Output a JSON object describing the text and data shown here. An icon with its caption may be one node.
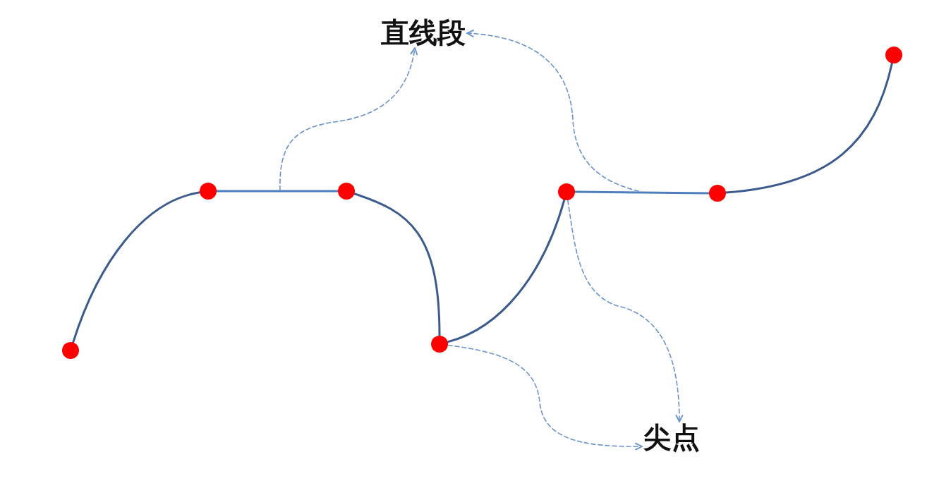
{
  "diagram": {
    "nodes": [
      {
        "text": [
          "直线段"
        ]
      },
      {
        "text": [],
        "shape": "circle"
      },
      {
        "text": [],
        "shape": "circle"
      },
      {
        "text": [],
        "shape": "circle"
      },
      {
        "text": [],
        "shape": "circle"
      },
      {
        "text": [],
        "shape": "circle"
      },
      {
        "text": [],
        "shape": "circle"
      },
      {
        "text": [],
        "shape": "circle"
      },
      {
        "text": [
          "尖点"
        ]
      }
    ],
    "edges": [
      {
        "from": 1,
        "to": 2,
        "arrow": "none"
      },
      {
        "from": 2,
        "to": 3,
        "arrow": "none",
        "color": "#4d7fc0"
      },
      {
        "from": 3,
        "to": 4,
        "arrow": "none"
      },
      {
        "from": 4,
        "to": 5,
        "arrow": "none"
      },
      {
        "from": 5,
        "to": 6,
        "arrow": "none",
        "color": "#4d7fc0"
      },
      {
        "from": 6,
        "to": 7,
        "arrow": "none"
      },
      {
        "from": null,
        "to": 0,
        "arrow": "to",
        "style": "dashed",
        "color": "#6b93cc"
      },
      {
        "from": null,
        "to": 0,
        "arrow": "to",
        "style": "dashed",
        "color": "#6b93cc"
      },
      {
        "from": 4,
        "to": 8,
        "arrow": "to",
        "style": "dashed",
        "color": "#6b93cc"
      },
      {
        "from": 5,
        "to": 8,
        "arrow": "to",
        "style": "dashed",
        "color": "#6b93cc"
      }
    ]
  }
}
